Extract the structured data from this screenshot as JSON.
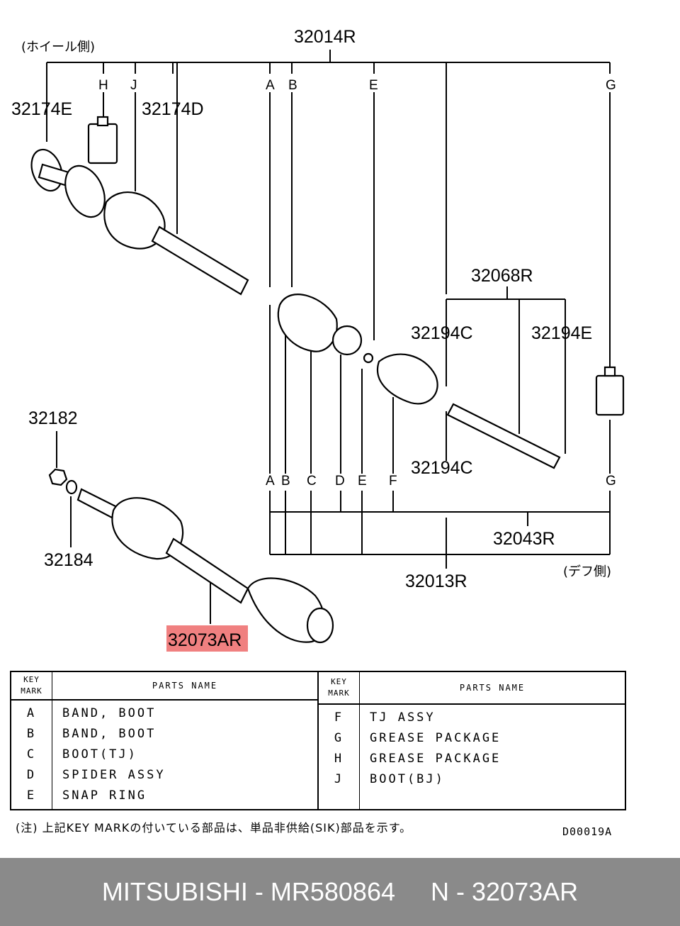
{
  "diagram": {
    "wheel_side": "(ホイール側)",
    "diff_side": "(デフ側)",
    "labels": {
      "l32014R": "32014R",
      "l32174E": "32174E",
      "l32174D": "32174D",
      "l32068R": "32068R",
      "l32194C_top": "32194C",
      "l32194E": "32194E",
      "l32194C_bottom": "32194C",
      "l32182": "32182",
      "l32184": "32184",
      "l32043R": "32043R",
      "l32013R": "32013R",
      "l32073AR": "32073AR"
    },
    "top_keys": [
      "H",
      "J",
      "A",
      "B",
      "E",
      "G"
    ],
    "bottom_keys": [
      "A",
      "B",
      "C",
      "D",
      "E",
      "F",
      "G"
    ],
    "highlight_color": "#f08080"
  },
  "table": {
    "key_header": "KEY\nMARK",
    "name_header": "PARTS NAME",
    "left_rows": [
      {
        "key": "A",
        "name": "BAND, BOOT"
      },
      {
        "key": "B",
        "name": "BAND, BOOT"
      },
      {
        "key": "C",
        "name": "BOOT(TJ)"
      },
      {
        "key": "D",
        "name": "SPIDER ASSY"
      },
      {
        "key": "E",
        "name": "SNAP RING"
      }
    ],
    "right_rows": [
      {
        "key": "F",
        "name": "TJ ASSY"
      },
      {
        "key": "G",
        "name": "GREASE PACKAGE"
      },
      {
        "key": "H",
        "name": "GREASE PACKAGE"
      },
      {
        "key": "J",
        "name": "BOOT(BJ)"
      }
    ]
  },
  "note": "(注) 上記KEY MARKの付いている部品は、単品非供給(SIK)部品を示す。",
  "figure_code": "D00019A",
  "footer": "MITSUBISHI - MR580864     N - 32073AR"
}
